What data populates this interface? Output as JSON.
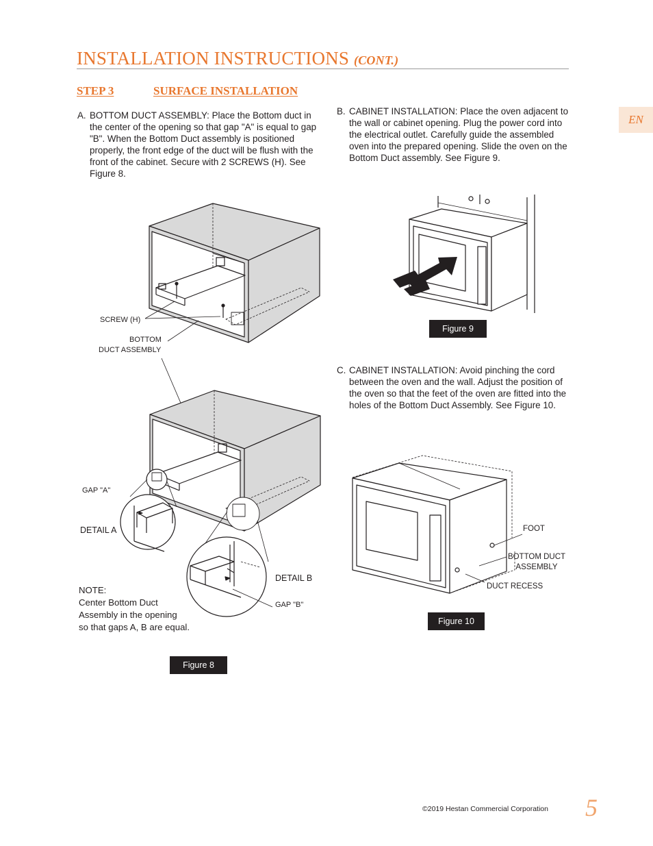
{
  "header": {
    "title": "INSTALLATION INSTRUCTIONS",
    "title_suffix": "(CONT.)"
  },
  "step": {
    "number": "STEP 3",
    "heading": "SURFACE INSTALLATION"
  },
  "language_tab": "EN",
  "sections": {
    "a": {
      "letter": "A.",
      "text": "BOTTOM DUCT ASSEMBLY: Place the Bottom duct in the center of the opening so that gap \"A\" is equal to gap \"B\". When the Bottom Duct assembly is positioned properly, the front edge of the duct will be flush with the front of the cabinet. Secure with 2 SCREWS (H). See Figure 8."
    },
    "b": {
      "letter": "B.",
      "text": "CABINET INSTALLATION: Place the oven adjacent to the wall or cabinet opening. Plug the power cord into the electrical outlet. Carefully guide the assembled oven into the prepared opening. Slide the oven on the Bottom Duct assembly. See Figure 9."
    },
    "c": {
      "letter": "C.",
      "text": "CABINET INSTALLATION: Avoid pinching the cord between the oven and the wall. Adjust the position of the oven so that the feet of the oven are fitted into the holes of the Bottom Duct Assembly. See Figure 10."
    }
  },
  "figure8": {
    "label": "Figure 8",
    "callouts": {
      "screw": "SCREW (H)",
      "duct_line1": "BOTTOM",
      "duct_line2": "DUCT ASSEMBLY",
      "gap_a": "GAP \"A\"",
      "detail_a": "DETAIL A",
      "detail_b": "DETAIL B",
      "gap_b": "GAP \"B\""
    },
    "note": {
      "heading": "NOTE:",
      "line1": "Center Bottom Duct",
      "line2": "Assembly in the opening",
      "line3": "so that gaps A, B are equal."
    }
  },
  "figure9": {
    "label": "Figure 9"
  },
  "figure10": {
    "label": "Figure 10",
    "callouts": {
      "foot": "FOOT",
      "duct_line1": "BOTTOM DUCT",
      "duct_line2": "ASSEMBLY",
      "recess": "DUCT RECESS"
    }
  },
  "footer": {
    "copyright": "©2019 Hestan Commercial Corporation",
    "page_number": "5"
  },
  "colors": {
    "accent": "#e8772e",
    "tab_bg": "#fae6d6",
    "label_bg": "#231f20",
    "cabinet_fill": "#d9d9d9"
  }
}
